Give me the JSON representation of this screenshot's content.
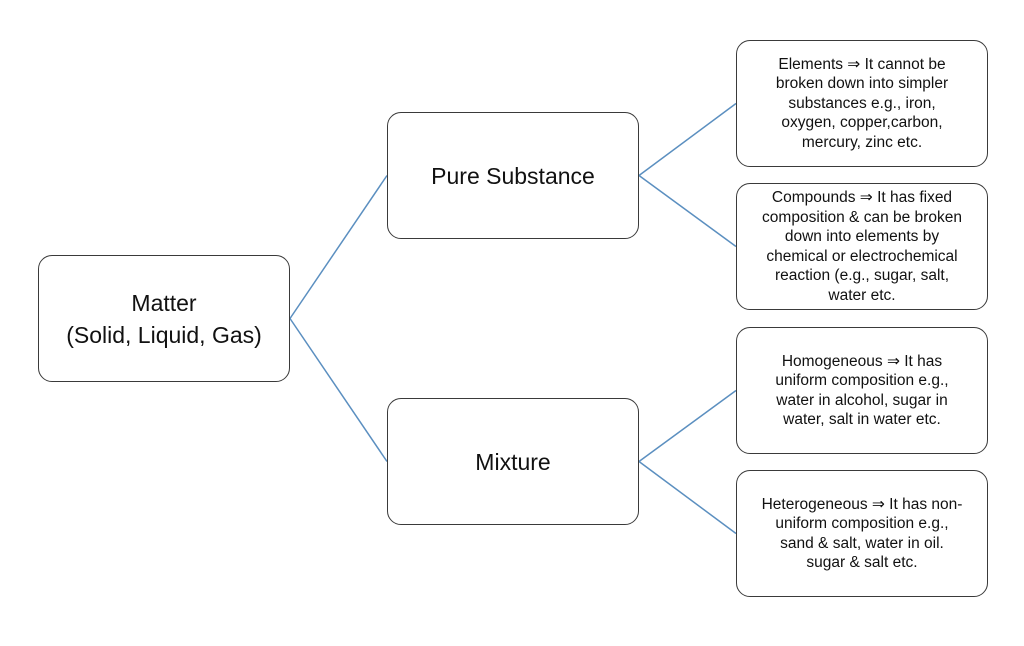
{
  "diagram": {
    "line_color": "#5b8fc0",
    "nodes": {
      "matter": {
        "title": "Matter",
        "subtitle": "(Solid, Liquid, Gas)"
      },
      "pure_substance": {
        "label": "Pure Substance"
      },
      "mixture": {
        "label": "Mixture"
      },
      "elements": {
        "text": "Elements ⇒ It cannot be\nbroken down into simpler\nsubstances e.g., iron,\noxygen, copper,carbon,\nmercury, zinc etc."
      },
      "compounds": {
        "text": "Compounds ⇒ It has fixed\ncomposition & can be broken\ndown into elements by\nchemical or electrochemical\nreaction (e.g., sugar, salt,\nwater etc."
      },
      "homogeneous": {
        "text": "Homogeneous ⇒ It has\nuniform composition e.g.,\nwater in alcohol, sugar in\nwater, salt in water etc."
      },
      "heterogeneous": {
        "text": "Heterogeneous ⇒ It has non-\nuniform composition e.g.,\nsand & salt, water in oil.\nsugar & salt etc."
      }
    },
    "edges": [
      {
        "from": "matter",
        "to": "pure_substance"
      },
      {
        "from": "matter",
        "to": "mixture"
      },
      {
        "from": "pure_substance",
        "to": "elements"
      },
      {
        "from": "pure_substance",
        "to": "compounds"
      },
      {
        "from": "mixture",
        "to": "homogeneous"
      },
      {
        "from": "mixture",
        "to": "heterogeneous"
      }
    ]
  }
}
